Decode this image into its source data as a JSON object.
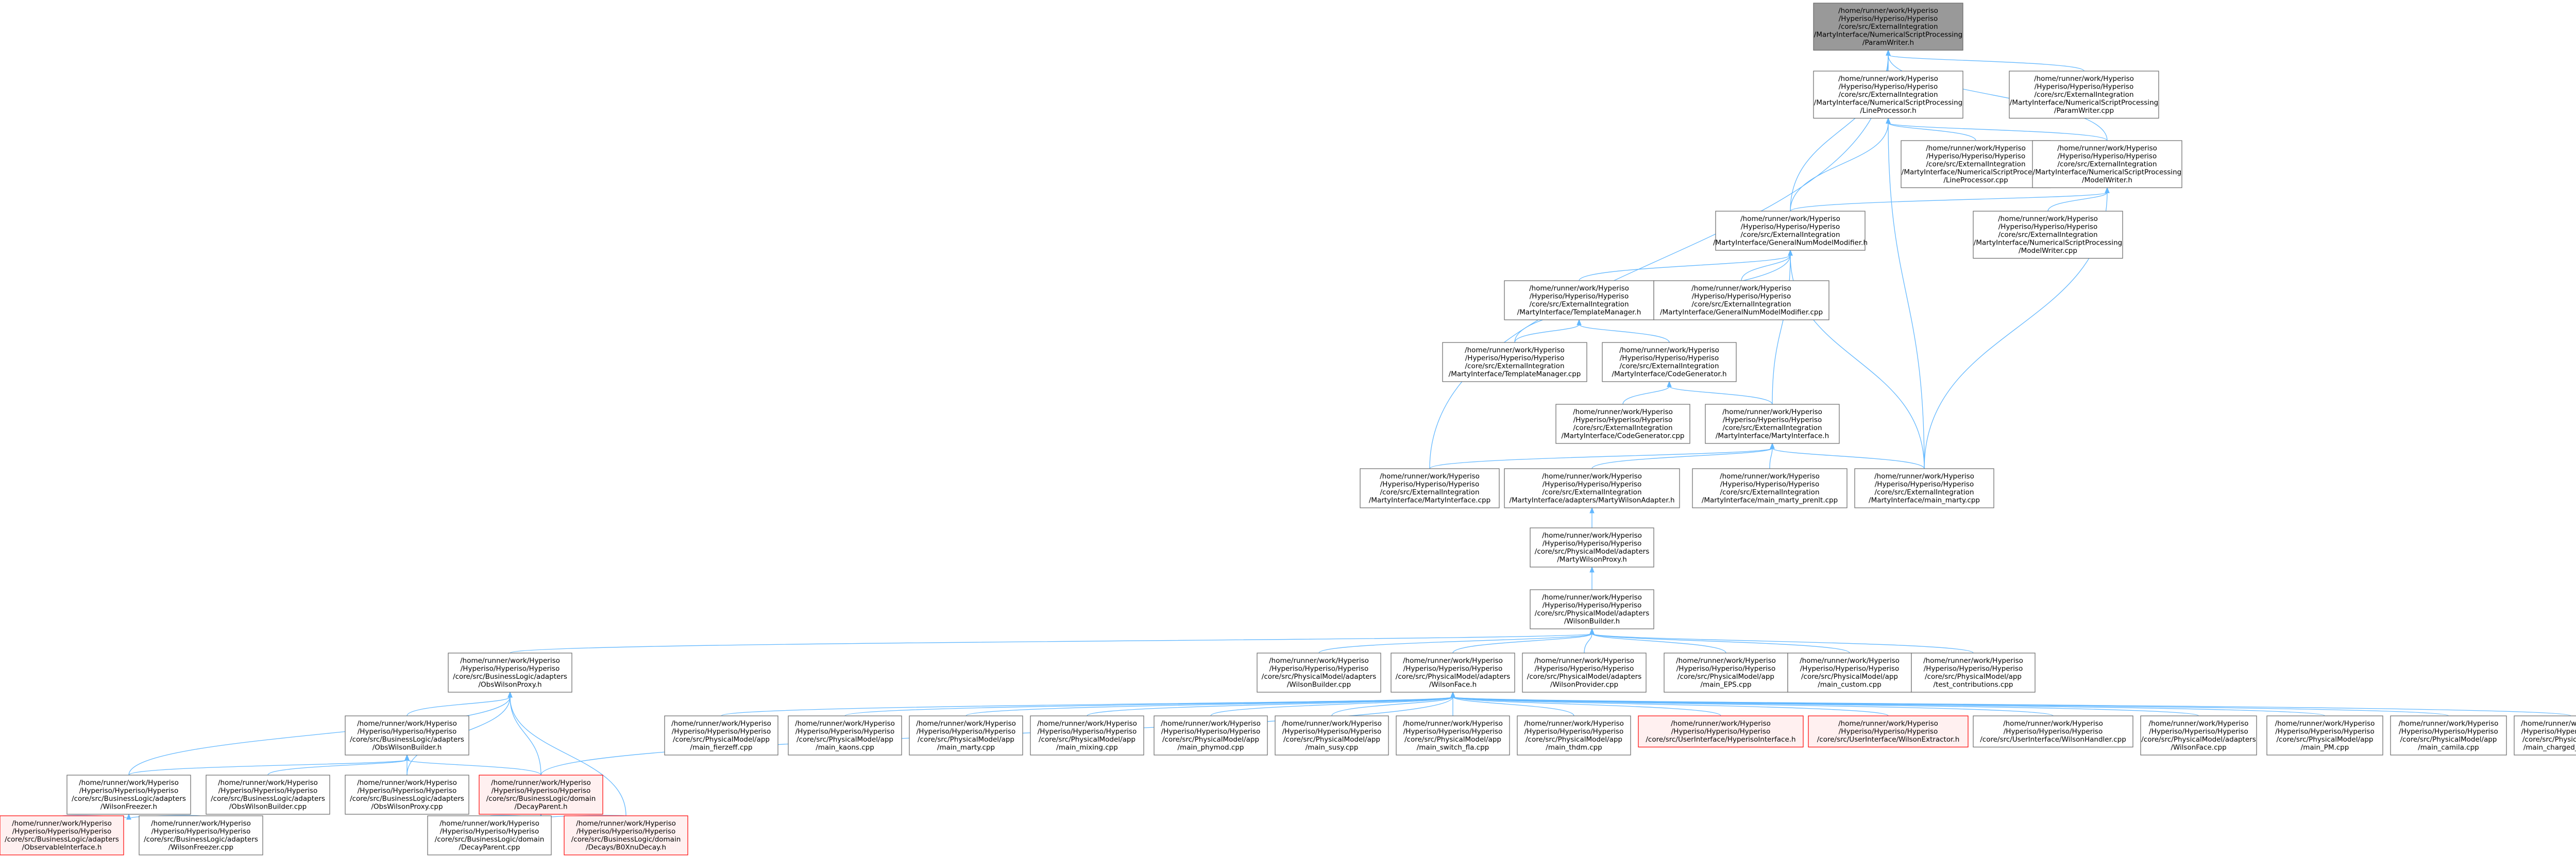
{
  "graph": {
    "colors": {
      "edge": "#63b8ff",
      "root_fill": "#999999",
      "border": "#666666",
      "error_border": "#ff0000",
      "error_fill": "#fff0f0"
    },
    "nodes": [
      {
        "id": "n0",
        "style": "root",
        "lines": [
          "/home/runner/work/Hyperiso",
          "/Hyperiso/Hyperiso/Hyperiso",
          "/core/src/ExternalIntegration",
          "/MartyInterface/NumericalScriptProcessing",
          "/ParamWriter.h"
        ]
      },
      {
        "id": "n1",
        "style": "normal",
        "lines": [
          "/home/runner/work/Hyperiso",
          "/Hyperiso/Hyperiso/Hyperiso",
          "/core/src/ExternalIntegration",
          "/MartyInterface/NumericalScriptProcessing",
          "/LineProcessor.h"
        ]
      },
      {
        "id": "n2",
        "style": "normal",
        "lines": [
          "/home/runner/work/Hyperiso",
          "/Hyperiso/Hyperiso/Hyperiso",
          "/core/src/ExternalIntegration",
          "/MartyInterface/NumericalScriptProcessing",
          "/ParamWriter.cpp"
        ]
      },
      {
        "id": "n3",
        "style": "normal",
        "lines": [
          "/home/runner/work/Hyperiso",
          "/Hyperiso/Hyperiso/Hyperiso",
          "/core/src/ExternalIntegration",
          "/MartyInterface/NumericalScriptProcessing",
          "/LineProcessor.cpp"
        ]
      },
      {
        "id": "n4",
        "style": "normal",
        "lines": [
          "/home/runner/work/Hyperiso",
          "/Hyperiso/Hyperiso/Hyperiso",
          "/core/src/ExternalIntegration",
          "/MartyInterface/NumericalScriptProcessing",
          "/ModelWriter.h"
        ]
      },
      {
        "id": "n5",
        "style": "normal",
        "lines": [
          "/home/runner/work/Hyperiso",
          "/Hyperiso/Hyperiso/Hyperiso",
          "/core/src/ExternalIntegration",
          "/MartyInterface/GeneralNumModelModifier.h"
        ]
      },
      {
        "id": "n6",
        "style": "normal",
        "lines": [
          "/home/runner/work/Hyperiso",
          "/Hyperiso/Hyperiso/Hyperiso",
          "/core/src/ExternalIntegration",
          "/MartyInterface/NumericalScriptProcessing",
          "/ModelWriter.cpp"
        ]
      },
      {
        "id": "n7",
        "style": "normal",
        "lines": [
          "/home/runner/work/Hyperiso",
          "/Hyperiso/Hyperiso/Hyperiso",
          "/core/src/ExternalIntegration",
          "/MartyInterface/TemplateManager.h"
        ]
      },
      {
        "id": "n8",
        "style": "normal",
        "lines": [
          "/home/runner/work/Hyperiso",
          "/Hyperiso/Hyperiso/Hyperiso",
          "/core/src/ExternalIntegration",
          "/MartyInterface/GeneralNumModelModifier.cpp"
        ]
      },
      {
        "id": "n9",
        "style": "normal",
        "lines": [
          "/home/runner/work/Hyperiso",
          "/Hyperiso/Hyperiso/Hyperiso",
          "/core/src/ExternalIntegration",
          "/MartyInterface/TemplateManager.cpp"
        ]
      },
      {
        "id": "n10",
        "style": "normal",
        "lines": [
          "/home/runner/work/Hyperiso",
          "/Hyperiso/Hyperiso/Hyperiso",
          "/core/src/ExternalIntegration",
          "/MartyInterface/CodeGenerator.h"
        ]
      },
      {
        "id": "n11",
        "style": "normal",
        "lines": [
          "/home/runner/work/Hyperiso",
          "/Hyperiso/Hyperiso/Hyperiso",
          "/core/src/ExternalIntegration",
          "/MartyInterface/CodeGenerator.cpp"
        ]
      },
      {
        "id": "n12",
        "style": "normal",
        "lines": [
          "/home/runner/work/Hyperiso",
          "/Hyperiso/Hyperiso/Hyperiso",
          "/core/src/ExternalIntegration",
          "/MartyInterface/MartyInterface.h"
        ]
      },
      {
        "id": "n13",
        "style": "normal",
        "lines": [
          "/home/runner/work/Hyperiso",
          "/Hyperiso/Hyperiso/Hyperiso",
          "/core/src/ExternalIntegration",
          "/MartyInterface/MartyInterface.cpp"
        ]
      },
      {
        "id": "n14",
        "style": "normal",
        "lines": [
          "/home/runner/work/Hyperiso",
          "/Hyperiso/Hyperiso/Hyperiso",
          "/core/src/ExternalIntegration",
          "/MartyInterface/adapters/MartyWilsonAdapter.h"
        ]
      },
      {
        "id": "n15",
        "style": "normal",
        "lines": [
          "/home/runner/work/Hyperiso",
          "/Hyperiso/Hyperiso/Hyperiso",
          "/core/src/ExternalIntegration",
          "/MartyInterface/main_marty_prenlt.cpp"
        ]
      },
      {
        "id": "n16",
        "style": "normal",
        "lines": [
          "/home/runner/work/Hyperiso",
          "/Hyperiso/Hyperiso/Hyperiso",
          "/core/src/ExternalIntegration",
          "/MartyInterface/main_marty.cpp"
        ]
      },
      {
        "id": "n17",
        "style": "normal",
        "lines": [
          "/home/runner/work/Hyperiso",
          "/Hyperiso/Hyperiso/Hyperiso",
          "/core/src/PhysicalModel/adapters",
          "/MartyWilsonProxy.h"
        ]
      },
      {
        "id": "n18",
        "style": "normal",
        "lines": [
          "/home/runner/work/Hyperiso",
          "/Hyperiso/Hyperiso/Hyperiso",
          "/core/src/PhysicalModel/adapters",
          "/WilsonBuilder.h"
        ]
      },
      {
        "id": "n19",
        "style": "normal",
        "lines": [
          "/home/runner/work/Hyperiso",
          "/Hyperiso/Hyperiso/Hyperiso",
          "/core/src/BusinessLogic/adapters",
          "/ObsWilsonProxy.h"
        ]
      },
      {
        "id": "n20",
        "style": "normal",
        "lines": [
          "/home/runner/work/Hyperiso",
          "/Hyperiso/Hyperiso/Hyperiso",
          "/core/src/PhysicalModel/adapters",
          "/WilsonBuilder.cpp"
        ]
      },
      {
        "id": "n21",
        "style": "normal",
        "lines": [
          "/home/runner/work/Hyperiso",
          "/Hyperiso/Hyperiso/Hyperiso",
          "/core/src/PhysicalModel/adapters",
          "/WilsonFace.h"
        ]
      },
      {
        "id": "n22",
        "style": "normal",
        "lines": [
          "/home/runner/work/Hyperiso",
          "/Hyperiso/Hyperiso/Hyperiso",
          "/core/src/PhysicalModel/adapters",
          "/WilsonProvider.cpp"
        ]
      },
      {
        "id": "n23",
        "style": "normal",
        "lines": [
          "/home/runner/work/Hyperiso",
          "/Hyperiso/Hyperiso/Hyperiso",
          "/core/src/PhysicalModel/app",
          "/main_EPS.cpp"
        ]
      },
      {
        "id": "n24",
        "style": "normal",
        "lines": [
          "/home/runner/work/Hyperiso",
          "/Hyperiso/Hyperiso/Hyperiso",
          "/core/src/PhysicalModel/app",
          "/main_custom.cpp"
        ]
      },
      {
        "id": "n25",
        "style": "normal",
        "lines": [
          "/home/runner/work/Hyperiso",
          "/Hyperiso/Hyperiso/Hyperiso",
          "/core/src/PhysicalModel/app",
          "/test_contributions.cpp"
        ]
      },
      {
        "id": "n26",
        "style": "normal",
        "lines": [
          "/home/runner/work/Hyperiso",
          "/Hyperiso/Hyperiso/Hyperiso",
          "/core/src/BusinessLogic/adapters",
          "/ObsWilsonBuilder.h"
        ]
      },
      {
        "id": "n27",
        "style": "normal",
        "lines": [
          "/home/runner/work/Hyperiso",
          "/Hyperiso/Hyperiso/Hyperiso",
          "/core/src/PhysicalModel/app",
          "/main_fierzeff.cpp"
        ]
      },
      {
        "id": "n28",
        "style": "normal",
        "lines": [
          "/home/runner/work/Hyperiso",
          "/Hyperiso/Hyperiso/Hyperiso",
          "/core/src/PhysicalModel/app",
          "/main_kaons.cpp"
        ]
      },
      {
        "id": "n29",
        "style": "normal",
        "lines": [
          "/home/runner/work/Hyperiso",
          "/Hyperiso/Hyperiso/Hyperiso",
          "/core/src/PhysicalModel/app",
          "/main_marty.cpp"
        ]
      },
      {
        "id": "n30",
        "style": "normal",
        "lines": [
          "/home/runner/work/Hyperiso",
          "/Hyperiso/Hyperiso/Hyperiso",
          "/core/src/PhysicalModel/app",
          "/main_mixing.cpp"
        ]
      },
      {
        "id": "n31",
        "style": "normal",
        "lines": [
          "/home/runner/work/Hyperiso",
          "/Hyperiso/Hyperiso/Hyperiso",
          "/core/src/PhysicalModel/app",
          "/main_phymod.cpp"
        ]
      },
      {
        "id": "n32",
        "style": "normal",
        "lines": [
          "/home/runner/work/Hyperiso",
          "/Hyperiso/Hyperiso/Hyperiso",
          "/core/src/PhysicalModel/app",
          "/main_susy.cpp"
        ]
      },
      {
        "id": "n33",
        "style": "normal",
        "lines": [
          "/home/runner/work/Hyperiso",
          "/Hyperiso/Hyperiso/Hyperiso",
          "/core/src/PhysicalModel/app",
          "/main_switch_fla.cpp"
        ]
      },
      {
        "id": "n34",
        "style": "normal",
        "lines": [
          "/home/runner/work/Hyperiso",
          "/Hyperiso/Hyperiso/Hyperiso",
          "/core/src/PhysicalModel/app",
          "/main_thdm.cpp"
        ]
      },
      {
        "id": "n35",
        "style": "red",
        "lines": [
          "/home/runner/work/Hyperiso",
          "/Hyperiso/Hyperiso/Hyperiso",
          "/core/src/UserInterface/HyperisoInterface.h"
        ]
      },
      {
        "id": "n36",
        "style": "red",
        "lines": [
          "/home/runner/work/Hyperiso",
          "/Hyperiso/Hyperiso/Hyperiso",
          "/core/src/UserInterface/WilsonExtractor.h"
        ]
      },
      {
        "id": "n37",
        "style": "normal",
        "lines": [
          "/home/runner/work/Hyperiso",
          "/Hyperiso/Hyperiso/Hyperiso",
          "/core/src/UserInterface/WilsonHandler.cpp"
        ]
      },
      {
        "id": "n38",
        "style": "normal",
        "lines": [
          "/home/runner/work/Hyperiso",
          "/Hyperiso/Hyperiso/Hyperiso",
          "/core/src/PhysicalModel/adapters",
          "/WilsonFace.cpp"
        ]
      },
      {
        "id": "n39",
        "style": "normal",
        "lines": [
          "/home/runner/work/Hyperiso",
          "/Hyperiso/Hyperiso/Hyperiso",
          "/core/src/PhysicalModel/app",
          "/main_PM.cpp"
        ]
      },
      {
        "id": "n40",
        "style": "normal",
        "lines": [
          "/home/runner/work/Hyperiso",
          "/Hyperiso/Hyperiso/Hyperiso",
          "/core/src/PhysicalModel/app",
          "/main_camila.cpp"
        ]
      },
      {
        "id": "n41",
        "style": "normal",
        "lines": [
          "/home/runner/work/Hyperiso",
          "/Hyperiso/Hyperiso/Hyperiso",
          "/core/src/PhysicalModel/app",
          "/main_charged_current.cpp"
        ]
      },
      {
        "id": "n42",
        "style": "normal",
        "lines": [
          "/home/runner/work/Hyperiso",
          "/Hyperiso/Hyperiso/Hyperiso",
          "/core/src/BusinessLogic/adapters",
          "/WilsonFreezer.h"
        ]
      },
      {
        "id": "n43",
        "style": "normal",
        "lines": [
          "/home/runner/work/Hyperiso",
          "/Hyperiso/Hyperiso/Hyperiso",
          "/core/src/BusinessLogic/adapters",
          "/ObsWilsonBuilder.cpp"
        ]
      },
      {
        "id": "n44",
        "style": "normal",
        "lines": [
          "/home/runner/work/Hyperiso",
          "/Hyperiso/Hyperiso/Hyperiso",
          "/core/src/BusinessLogic/adapters",
          "/ObsWilsonProxy.cpp"
        ]
      },
      {
        "id": "n45",
        "style": "red",
        "lines": [
          "/home/runner/work/Hyperiso",
          "/Hyperiso/Hyperiso/Hyperiso",
          "/core/src/BusinessLogic/domain",
          "/DecayParent.h"
        ]
      },
      {
        "id": "n46",
        "style": "red",
        "lines": [
          "/home/runner/work/Hyperiso",
          "/Hyperiso/Hyperiso/Hyperiso",
          "/core/src/BusinessLogic/adapters",
          "/ObservableInterface.h"
        ]
      },
      {
        "id": "n47",
        "style": "normal",
        "lines": [
          "/home/runner/work/Hyperiso",
          "/Hyperiso/Hyperiso/Hyperiso",
          "/core/src/BusinessLogic/adapters",
          "/WilsonFreezer.cpp"
        ]
      },
      {
        "id": "n48",
        "style": "normal",
        "lines": [
          "/home/runner/work/Hyperiso",
          "/Hyperiso/Hyperiso/Hyperiso",
          "/core/src/BusinessLogic/domain",
          "/DecayParent.cpp"
        ]
      },
      {
        "id": "n49",
        "style": "red",
        "lines": [
          "/home/runner/work/Hyperiso",
          "/Hyperiso/Hyperiso/Hyperiso",
          "/core/src/BusinessLogic/domain",
          "/Decays/B0XnuDecay.h"
        ]
      }
    ],
    "edges": [
      [
        "n0",
        "n1"
      ],
      [
        "n0",
        "n2"
      ],
      [
        "n0",
        "n4"
      ],
      [
        "n0",
        "n5"
      ],
      [
        "n0",
        "n13"
      ],
      [
        "n1",
        "n3"
      ],
      [
        "n1",
        "n4"
      ],
      [
        "n1",
        "n5"
      ],
      [
        "n1",
        "n16"
      ],
      [
        "n4",
        "n5"
      ],
      [
        "n4",
        "n6"
      ],
      [
        "n4",
        "n16"
      ],
      [
        "n5",
        "n7"
      ],
      [
        "n5",
        "n8"
      ],
      [
        "n5",
        "n9"
      ],
      [
        "n5",
        "n12"
      ],
      [
        "n5",
        "n16"
      ],
      [
        "n7",
        "n9"
      ],
      [
        "n7",
        "n10"
      ],
      [
        "n10",
        "n11"
      ],
      [
        "n10",
        "n12"
      ],
      [
        "n12",
        "n13"
      ],
      [
        "n12",
        "n14"
      ],
      [
        "n12",
        "n15"
      ],
      [
        "n12",
        "n16"
      ],
      [
        "n14",
        "n17"
      ],
      [
        "n17",
        "n18"
      ],
      [
        "n18",
        "n19"
      ],
      [
        "n18",
        "n20"
      ],
      [
        "n18",
        "n21"
      ],
      [
        "n18",
        "n22"
      ],
      [
        "n18",
        "n23"
      ],
      [
        "n18",
        "n24"
      ],
      [
        "n18",
        "n25"
      ],
      [
        "n19",
        "n26"
      ],
      [
        "n19",
        "n42"
      ],
      [
        "n19",
        "n44"
      ],
      [
        "n19",
        "n45"
      ],
      [
        "n19",
        "n49"
      ],
      [
        "n21",
        "n27"
      ],
      [
        "n21",
        "n28"
      ],
      [
        "n21",
        "n29"
      ],
      [
        "n21",
        "n30"
      ],
      [
        "n21",
        "n31"
      ],
      [
        "n21",
        "n32"
      ],
      [
        "n21",
        "n33"
      ],
      [
        "n21",
        "n34"
      ],
      [
        "n21",
        "n35"
      ],
      [
        "n21",
        "n36"
      ],
      [
        "n21",
        "n37"
      ],
      [
        "n21",
        "n38"
      ],
      [
        "n21",
        "n39"
      ],
      [
        "n21",
        "n40"
      ],
      [
        "n21",
        "n41"
      ],
      [
        "n21",
        "n45"
      ],
      [
        "n26",
        "n42"
      ],
      [
        "n26",
        "n43"
      ],
      [
        "n26",
        "n44"
      ],
      [
        "n26",
        "n45"
      ],
      [
        "n42",
        "n46"
      ],
      [
        "n42",
        "n47"
      ],
      [
        "n45",
        "n48"
      ],
      [
        "n45",
        "n49"
      ]
    ]
  }
}
